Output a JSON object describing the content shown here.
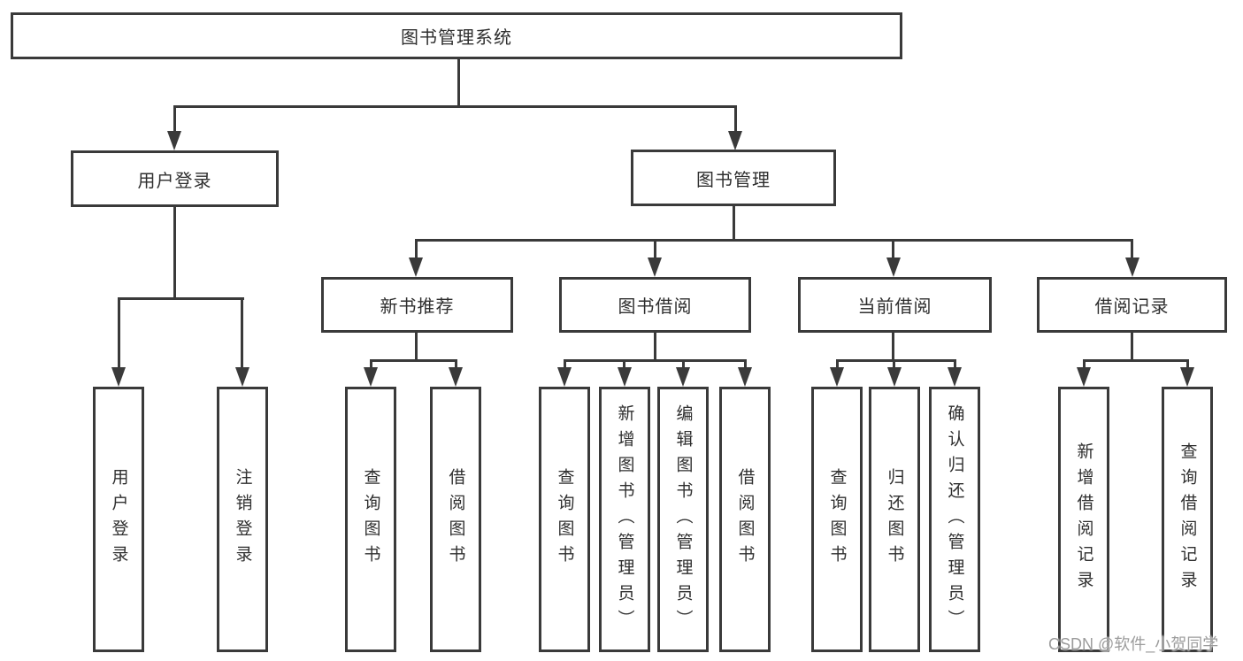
{
  "tree": {
    "label": "图书管理系统",
    "children": [
      {
        "label": "用户登录",
        "children": [
          {
            "label": "用户登录"
          },
          {
            "label": "注销登录"
          }
        ]
      },
      {
        "label": "图书管理",
        "children": [
          {
            "label": "新书推荐",
            "children": [
              {
                "label": "查询图书"
              },
              {
                "label": "借阅图书"
              }
            ]
          },
          {
            "label": "图书借阅",
            "children": [
              {
                "label": "查询图书"
              },
              {
                "label": "新增图书（管理员）"
              },
              {
                "label": "编辑图书（管理员）"
              },
              {
                "label": "借阅图书"
              }
            ]
          },
          {
            "label": "当前借阅",
            "children": [
              {
                "label": "查询图书"
              },
              {
                "label": "归还图书"
              },
              {
                "label": "确认归还（管理员）"
              }
            ]
          },
          {
            "label": "借阅记录",
            "children": [
              {
                "label": "新增借阅记录"
              },
              {
                "label": "查询借阅记录"
              }
            ]
          }
        ]
      }
    ]
  },
  "watermark": {
    "text": "CSDN @软件_小贺同学"
  },
  "colors": {
    "line": "#3a3a3a",
    "box_border": "#3a3a3a",
    "text": "#2f2f2f",
    "watermark_text": "#9c9c9c",
    "background": "#ffffff"
  }
}
